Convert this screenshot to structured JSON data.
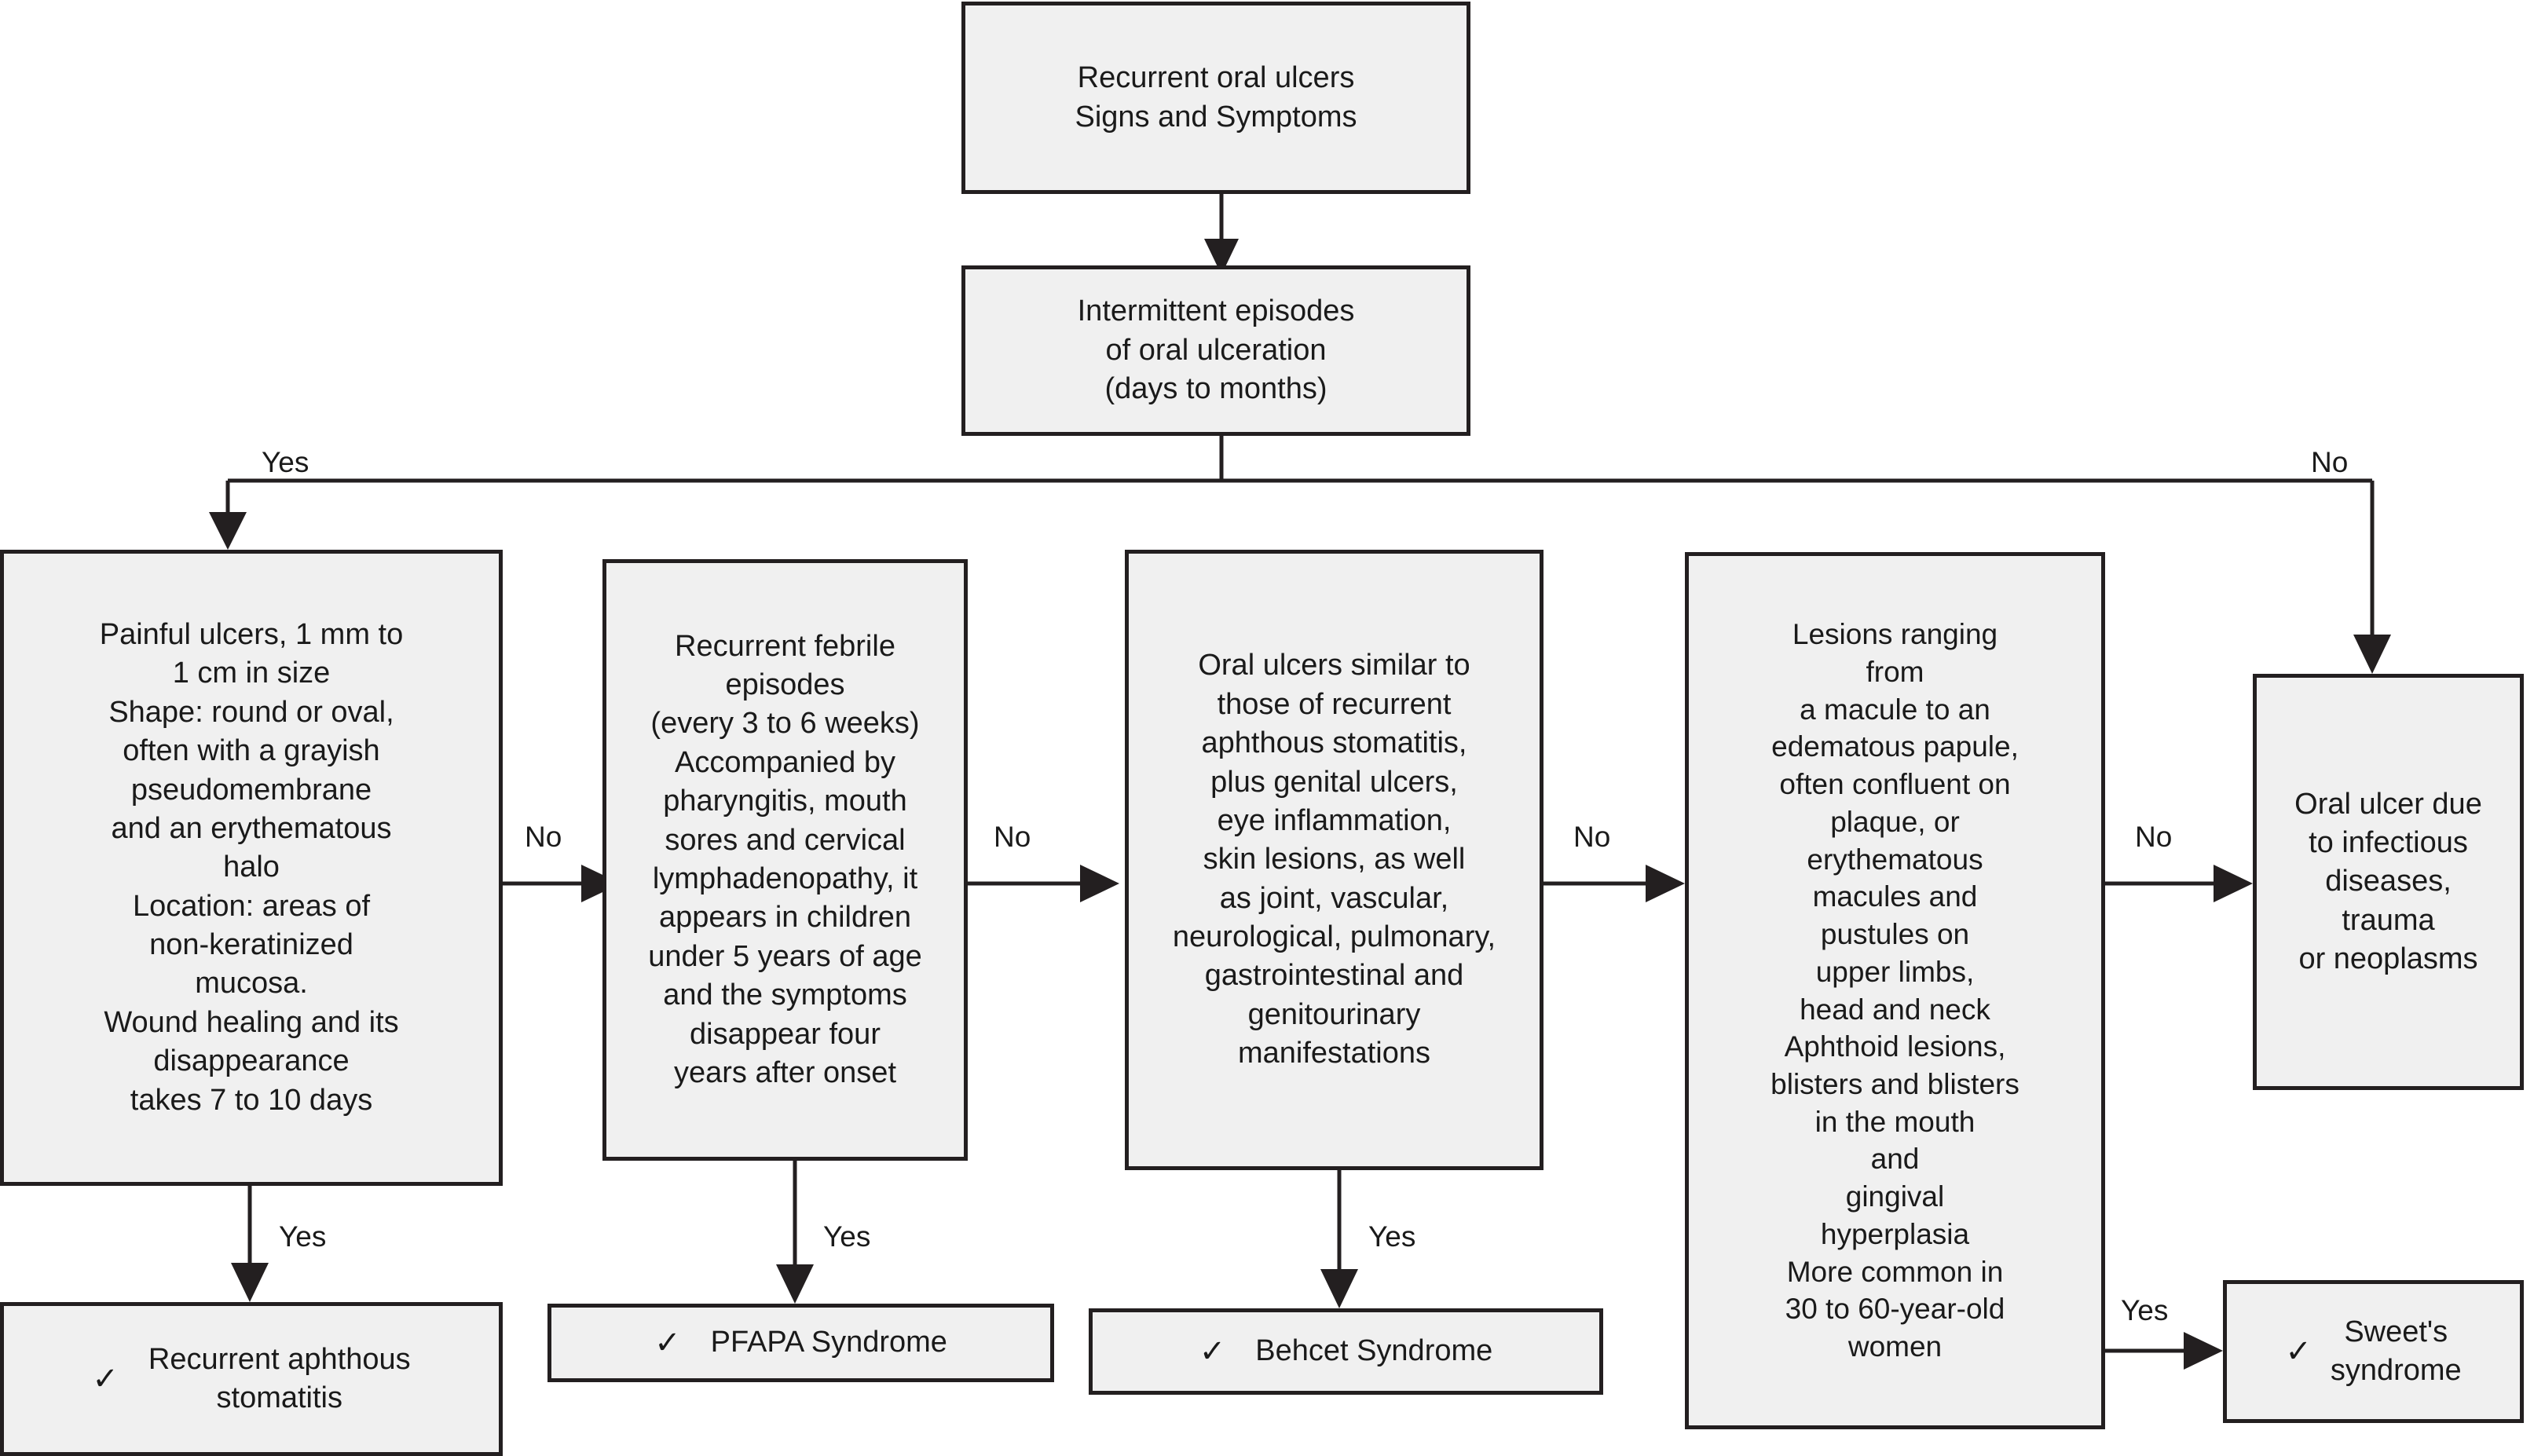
{
  "diagram": {
    "title": "Recurrent oral ulcers diagnostic flowchart",
    "colors": {
      "node_fill": "#f0f0f0",
      "node_border": "#231f20",
      "text": "#1a1a1a",
      "background": "#ffffff"
    },
    "nodes": {
      "start": {
        "id": "start",
        "text": "Recurrent oral ulcers\nSigns and Symptoms"
      },
      "episodes": {
        "id": "episodes",
        "text": "Intermittent episodes\nof oral ulceration\n(days to months)"
      },
      "ras_criteria": {
        "id": "ras-criteria",
        "text": "Painful ulcers, 1 mm to\n1 cm in size\nShape: round or oval,\noften with a grayish\npseudomembrane\nand an erythematous\nhalo\nLocation: areas of\nnon-keratinized\nmucosa.\nWound healing and its\ndisappearance\ntakes 7 to 10 days"
      },
      "pfapa_criteria": {
        "id": "pfapa-criteria",
        "text": "Recurrent febrile\nepisodes\n(every 3 to 6 weeks)\nAccompanied by\npharyngitis, mouth\nsores and cervical\nlymphadenopathy, it\nappears in children\nunder 5 years of age\nand the symptoms\ndisappear four\nyears after onset"
      },
      "behcet_criteria": {
        "id": "behcet-criteria",
        "text": "Oral ulcers similar to\nthose of recurrent\naphthous stomatitis,\nplus genital ulcers,\neye inflammation,\nskin lesions, as well\nas joint, vascular,\nneurological, pulmonary,\ngastrointestinal and\ngenitourinary\nmanifestations"
      },
      "sweets_criteria": {
        "id": "sweets-criteria",
        "text": "Lesions ranging\nfrom\na macule to an\nedematous papule,\noften confluent on\nplaque, or\nerythematous\nmacules and\npustules on\nupper limbs,\nhead and neck\nAphthoid lesions,\nblisters and blisters\nin the mouth\nand\ngingival\nhyperplasia\nMore common in\n30 to 60-year-old\nwomen"
      },
      "infectious": {
        "id": "infectious",
        "text": "Oral ulcer due\nto infectious\ndiseases,\ntrauma\nor neoplasms"
      },
      "ras_result": {
        "id": "ras-result",
        "check": "✓",
        "text": "Recurrent aphthous\nstomatitis"
      },
      "pfapa_result": {
        "id": "pfapa-result",
        "check": "✓",
        "text": "PFAPA Syndrome"
      },
      "behcet_result": {
        "id": "behcet-result",
        "check": "✓",
        "text": "Behcet Syndrome"
      },
      "sweets_result": {
        "id": "sweets-result",
        "check": "✓",
        "text": "Sweet's\nsyndrome"
      }
    },
    "edge_labels": {
      "branch_yes": "Yes",
      "branch_no": "No",
      "no_1": "No",
      "no_2": "No",
      "no_3": "No",
      "no_4": "No",
      "yes_ras": "Yes",
      "yes_pfapa": "Yes",
      "yes_behcet": "Yes",
      "yes_sweets": "Yes"
    }
  }
}
